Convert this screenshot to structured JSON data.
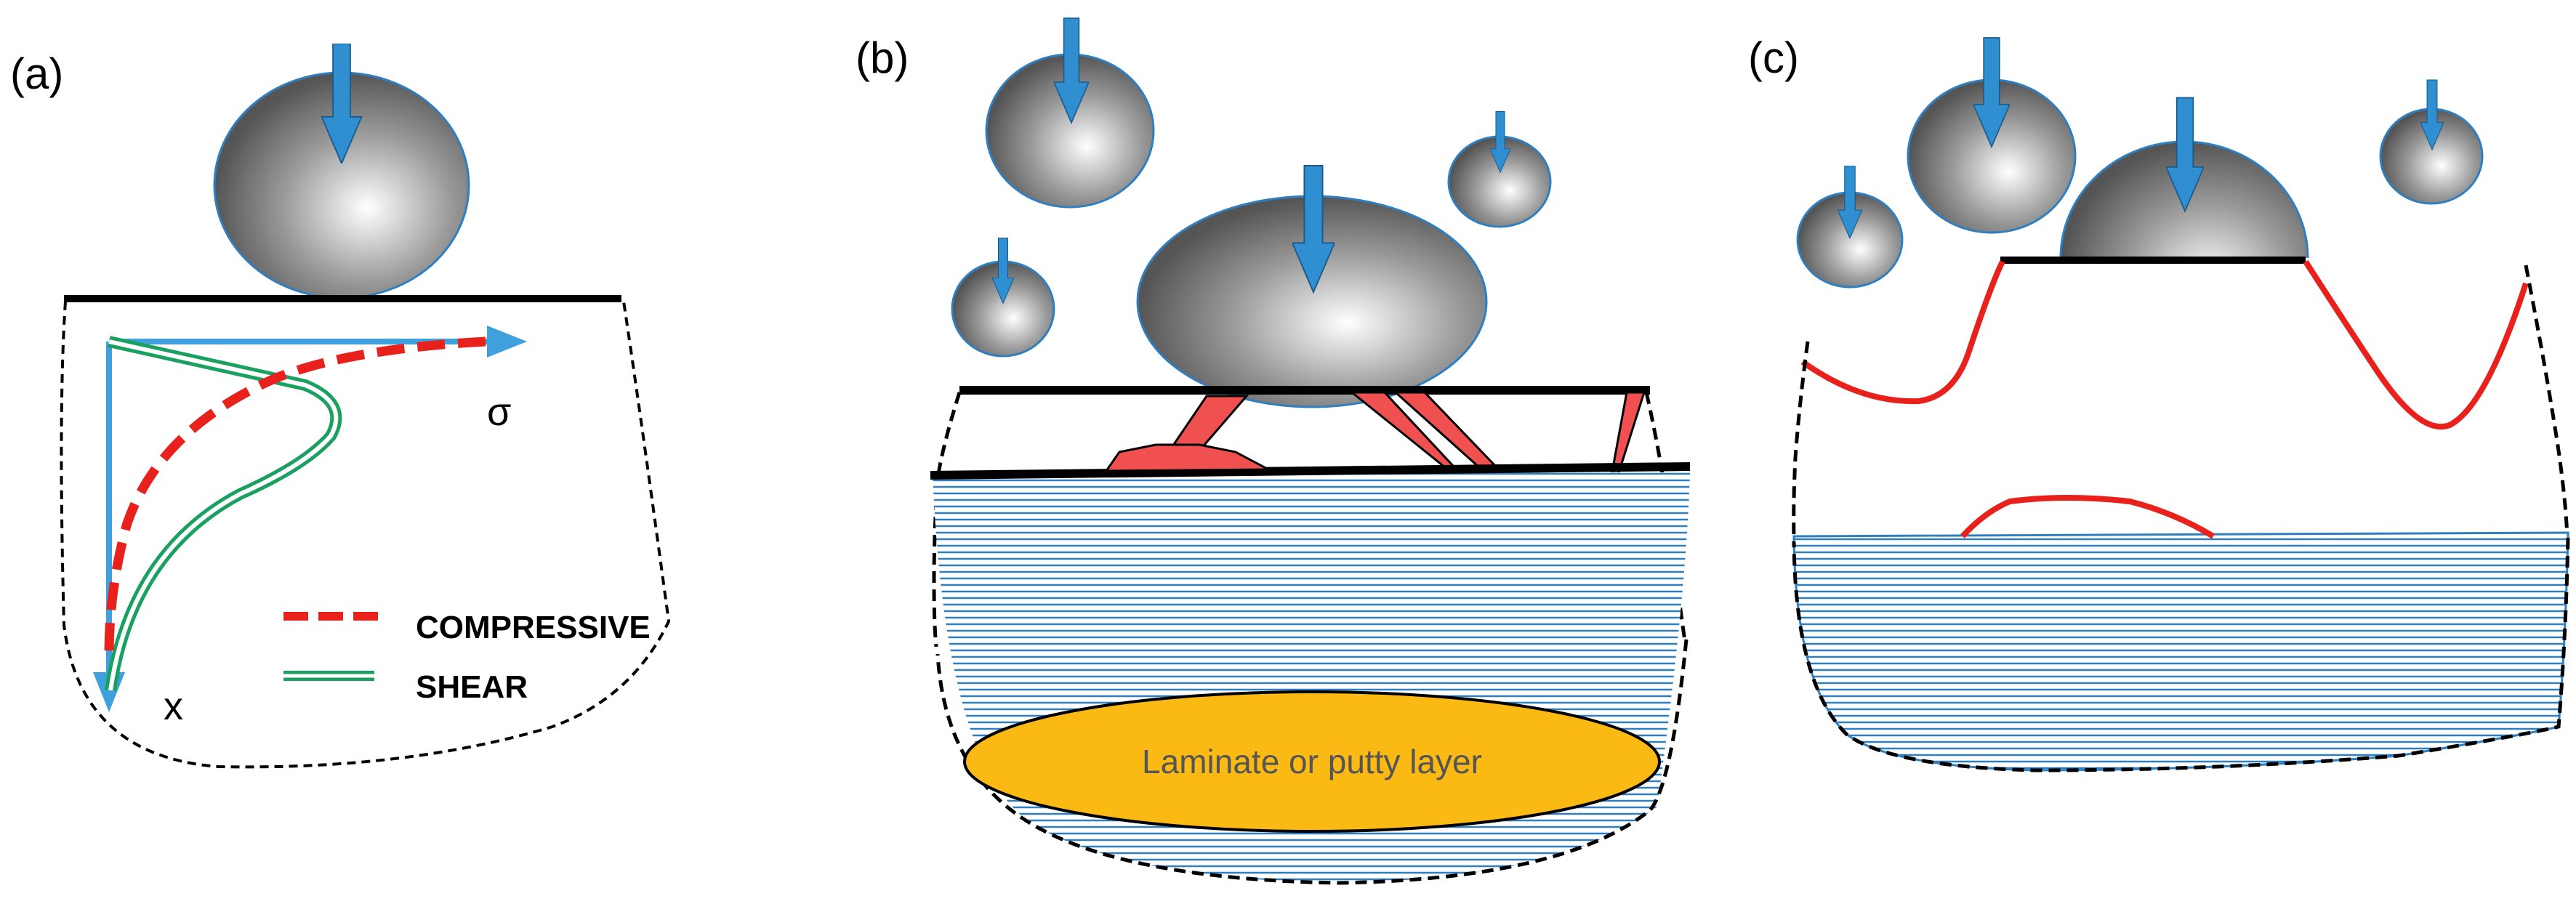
{
  "panels": [
    {
      "label": "(a)"
    },
    {
      "label": "(b)"
    },
    {
      "label": "(c)"
    }
  ],
  "panel_a": {
    "axis_x": "x",
    "axis_sigma": "σ",
    "legend": [
      {
        "label": "COMPRESSIVE",
        "color": "#e8211c",
        "style": "dashed"
      },
      {
        "label": "SHEAR",
        "color": "#1aa060",
        "style": "double"
      }
    ]
  },
  "panel_b": {
    "layer_label": "Laminate or putty layer"
  },
  "colors": {
    "arrow": "#2f8fd0",
    "crack": "#f05050",
    "compressive": "#e8211c",
    "shear": "#1aa060",
    "laminate": "#fbb913",
    "hatch": "#2f7fc0"
  }
}
